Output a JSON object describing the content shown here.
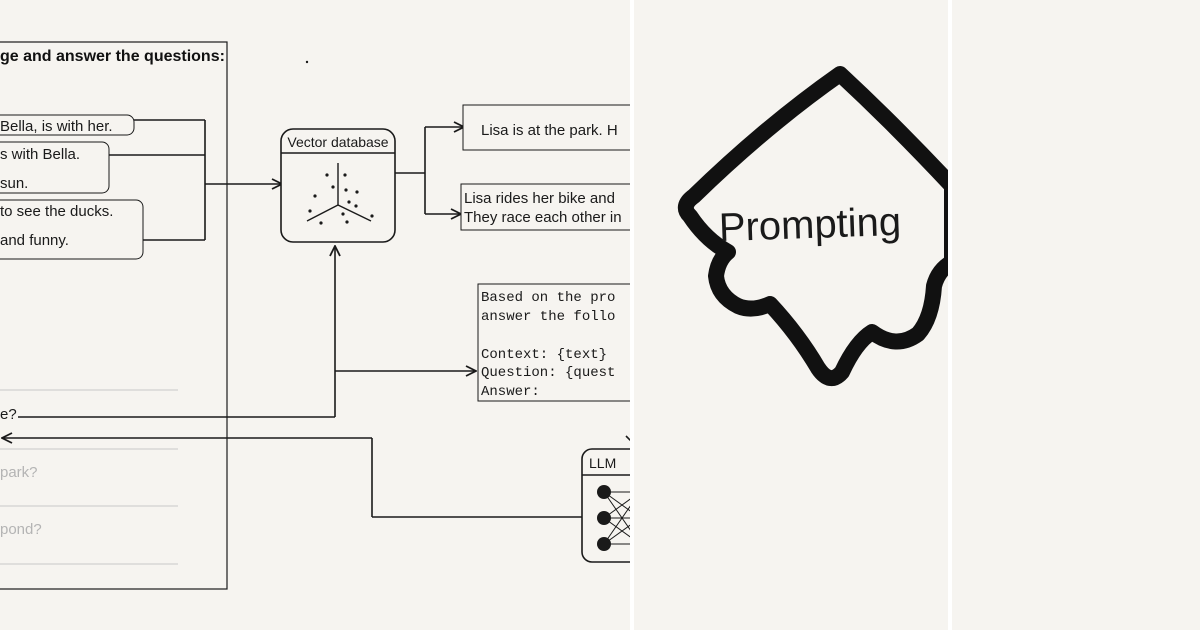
{
  "question_panel": {
    "heading": "ge and answer the questions:",
    "passages": [
      "Bella, is with her.",
      "s with Bella.",
      "sun.",
      "to see the ducks.",
      "and funny."
    ],
    "questions": [
      "e?",
      "park?",
      "pond?"
    ]
  },
  "vector_db": {
    "label": "Vector database"
  },
  "retrieved": {
    "chunk_1": "Lisa is at the park. H",
    "chunk_2_line_1": "Lisa rides her bike and",
    "chunk_2_line_2": "They race each other in"
  },
  "prompt_template": {
    "lines": [
      "Based on the pro",
      "answer the follo",
      "",
      "Context: {text}",
      "Question: {quest",
      "Answer:"
    ]
  },
  "llm": {
    "label": "LLM"
  },
  "logo": {
    "label": "Prompting"
  },
  "colors": {
    "background": "#f6f4f0",
    "ink": "#1a1a1a",
    "faded_text": "#b4b4b4",
    "divider": "#ffffff"
  }
}
